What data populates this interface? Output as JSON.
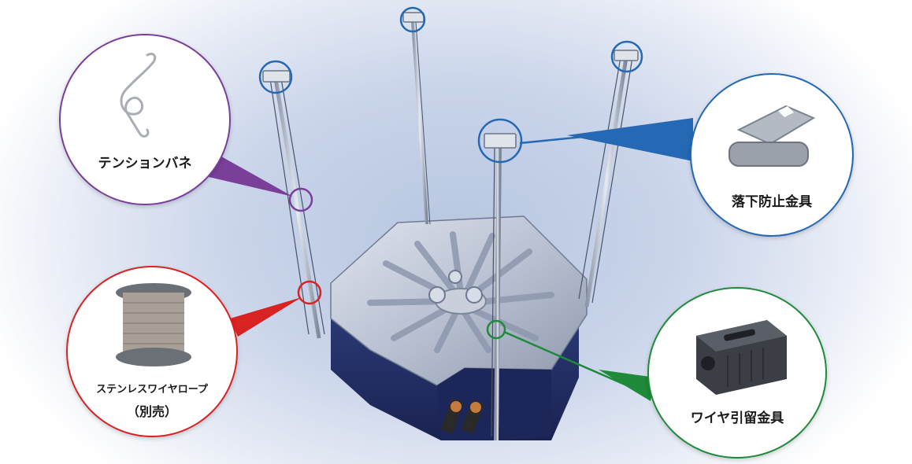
{
  "callouts": {
    "tension_spring": {
      "label": "テンションバネ",
      "color": "#7a3f99"
    },
    "fall_prevention": {
      "label": "落下防止金具",
      "color": "#2569b5"
    },
    "stainless_wire": {
      "label": "ステンレスワイヤロープ",
      "sub_label": "（別売）",
      "color": "#d92323"
    },
    "wire_stopper": {
      "label": "ワイヤ引留金具",
      "color": "#1f8a3a"
    }
  }
}
